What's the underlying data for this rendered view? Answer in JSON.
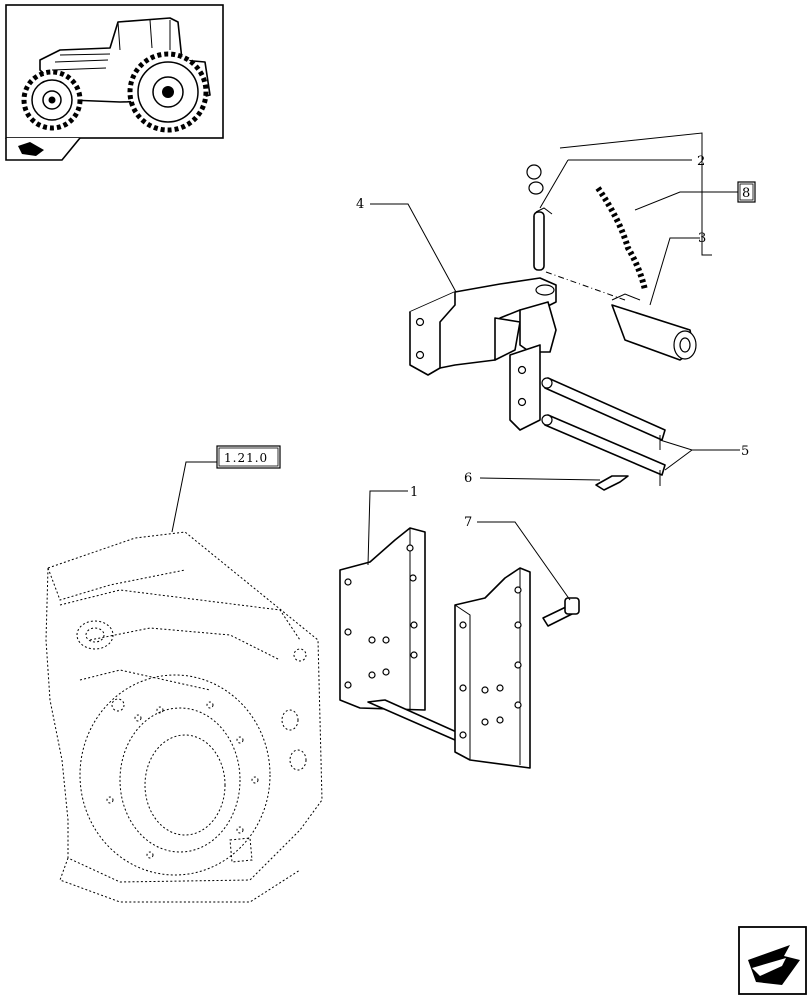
{
  "callouts": {
    "c1": "1",
    "c2": "2",
    "c3": "3",
    "c4": "4",
    "c5": "5",
    "c6": "6",
    "c7": "7",
    "c8": "8"
  },
  "reference_box": "1.21.0",
  "icons": {
    "thumbnail": "tractor-thumbnail-icon",
    "section": "hitch-section-icon",
    "next": "next-page-arrow-icon"
  }
}
